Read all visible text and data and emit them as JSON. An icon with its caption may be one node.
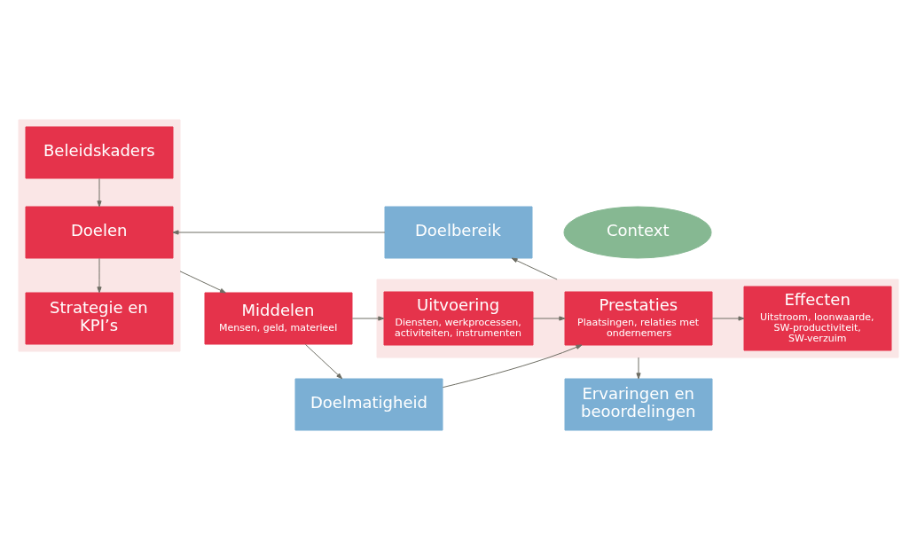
{
  "diagram": {
    "nodes": [
      {
        "text": [],
        "shape": "box"
      },
      {
        "text": [
          "Beleidskaders"
        ],
        "in": 0
      },
      {
        "text": [
          "Doelen"
        ],
        "in": 0
      },
      {
        "text": [
          "Strategie en KPI’s"
        ],
        "in": 0
      },
      {
        "text": [
          "Doelbereik"
        ]
      },
      {
        "text": [
          "Context"
        ]
      },
      {
        "text": [
          "Middelen",
          "Mensen, geld, materieel"
        ]
      },
      {
        "text": [],
        "shape": "box"
      },
      {
        "text": [
          "Uitvoering",
          "Diensten, werkprocessen, activiteiten, instrumenten"
        ],
        "in": 7
      },
      {
        "text": [
          "Prestaties",
          "Plaatsingen, relaties met ondernemers"
        ],
        "in": 7
      },
      {
        "text": [
          "Effecten",
          "Uitstroom, loonwaarde, SW-productiviteit, SW-verzuim"
        ],
        "in": 7
      },
      {
        "text": [
          "Doelmatigheid"
        ]
      },
      {
        "text": [
          "Ervaringen en beoordelingen"
        ]
      }
    ],
    "edges": [
      {
        "from": 1,
        "to": 2,
        "arrow": "to"
      },
      {
        "from": 2,
        "to": 3,
        "arrow": "to"
      },
      {
        "from": 4,
        "to": 2,
        "arrow": "to"
      },
      {
        "from": 0,
        "to": 6,
        "arrow": "to"
      },
      {
        "from": 6,
        "to": 8,
        "arrow": "to"
      },
      {
        "from": 8,
        "to": 9,
        "arrow": "to"
      },
      {
        "from": 9,
        "to": 10,
        "arrow": "to"
      },
      {
        "from": 7,
        "to": 4,
        "arrow": "to"
      },
      {
        "from": 6,
        "to": 11,
        "arrow": "to"
      },
      {
        "from": 11,
        "to": 9,
        "arrow": "to"
      },
      {
        "from": 7,
        "to": 12,
        "arrow": "to"
      }
    ]
  }
}
